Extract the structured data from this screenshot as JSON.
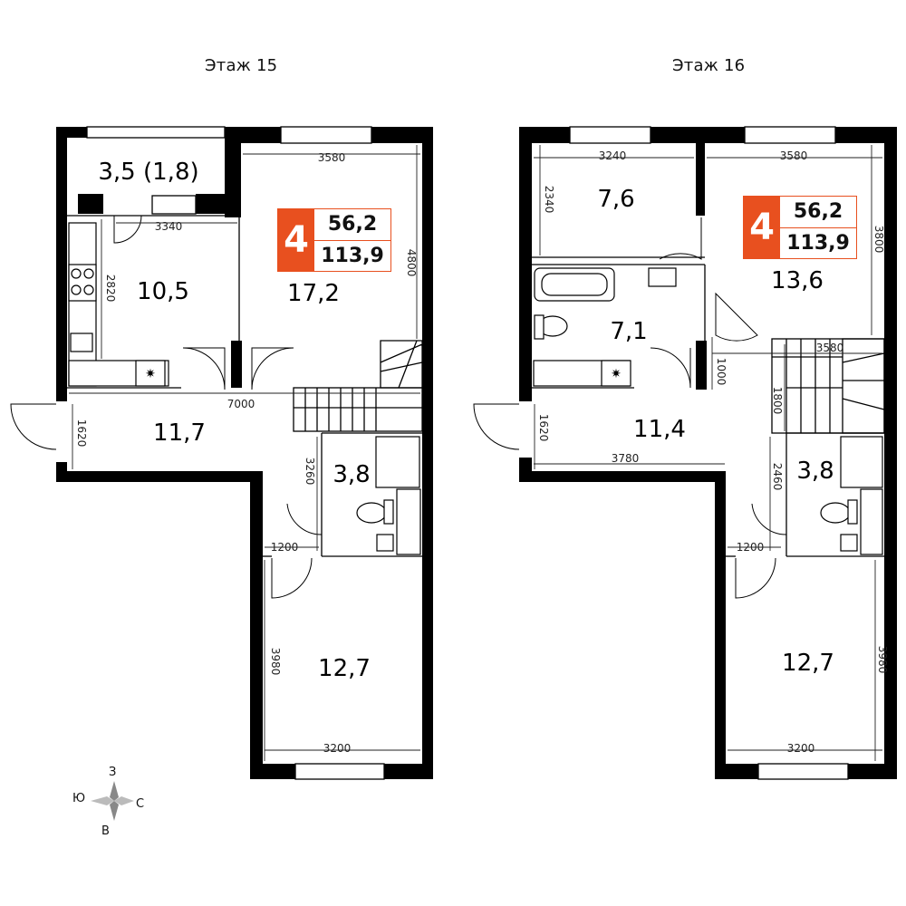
{
  "floors": [
    {
      "title": "Этаж 15",
      "badge": {
        "rooms": "4",
        "living_area": "56,2",
        "total_area": "113,9"
      },
      "rooms": [
        "3,5 (1,8)",
        "10,5",
        "17,2",
        "11,7",
        "3,8",
        "12,7"
      ],
      "dims": [
        "3580",
        "3340",
        "2820",
        "4800",
        "7000",
        "1620",
        "3260",
        "1200",
        "3980",
        "3200"
      ]
    },
    {
      "title": "Этаж 16",
      "badge": {
        "rooms": "4",
        "living_area": "56,2",
        "total_area": "113,9"
      },
      "rooms": [
        "7,6",
        "13,6",
        "7,1",
        "11,4",
        "3,8",
        "12,7"
      ],
      "dims": [
        "3240",
        "3580",
        "2340",
        "3800",
        "3580",
        "1000",
        "1800",
        "1620",
        "3780",
        "2460",
        "1200",
        "3980",
        "3200"
      ]
    }
  ],
  "compass": {
    "north": "З",
    "west": "Ю",
    "east": "С",
    "south": "В"
  },
  "colors": {
    "accent": "#e8501f",
    "wall": "#000000"
  }
}
